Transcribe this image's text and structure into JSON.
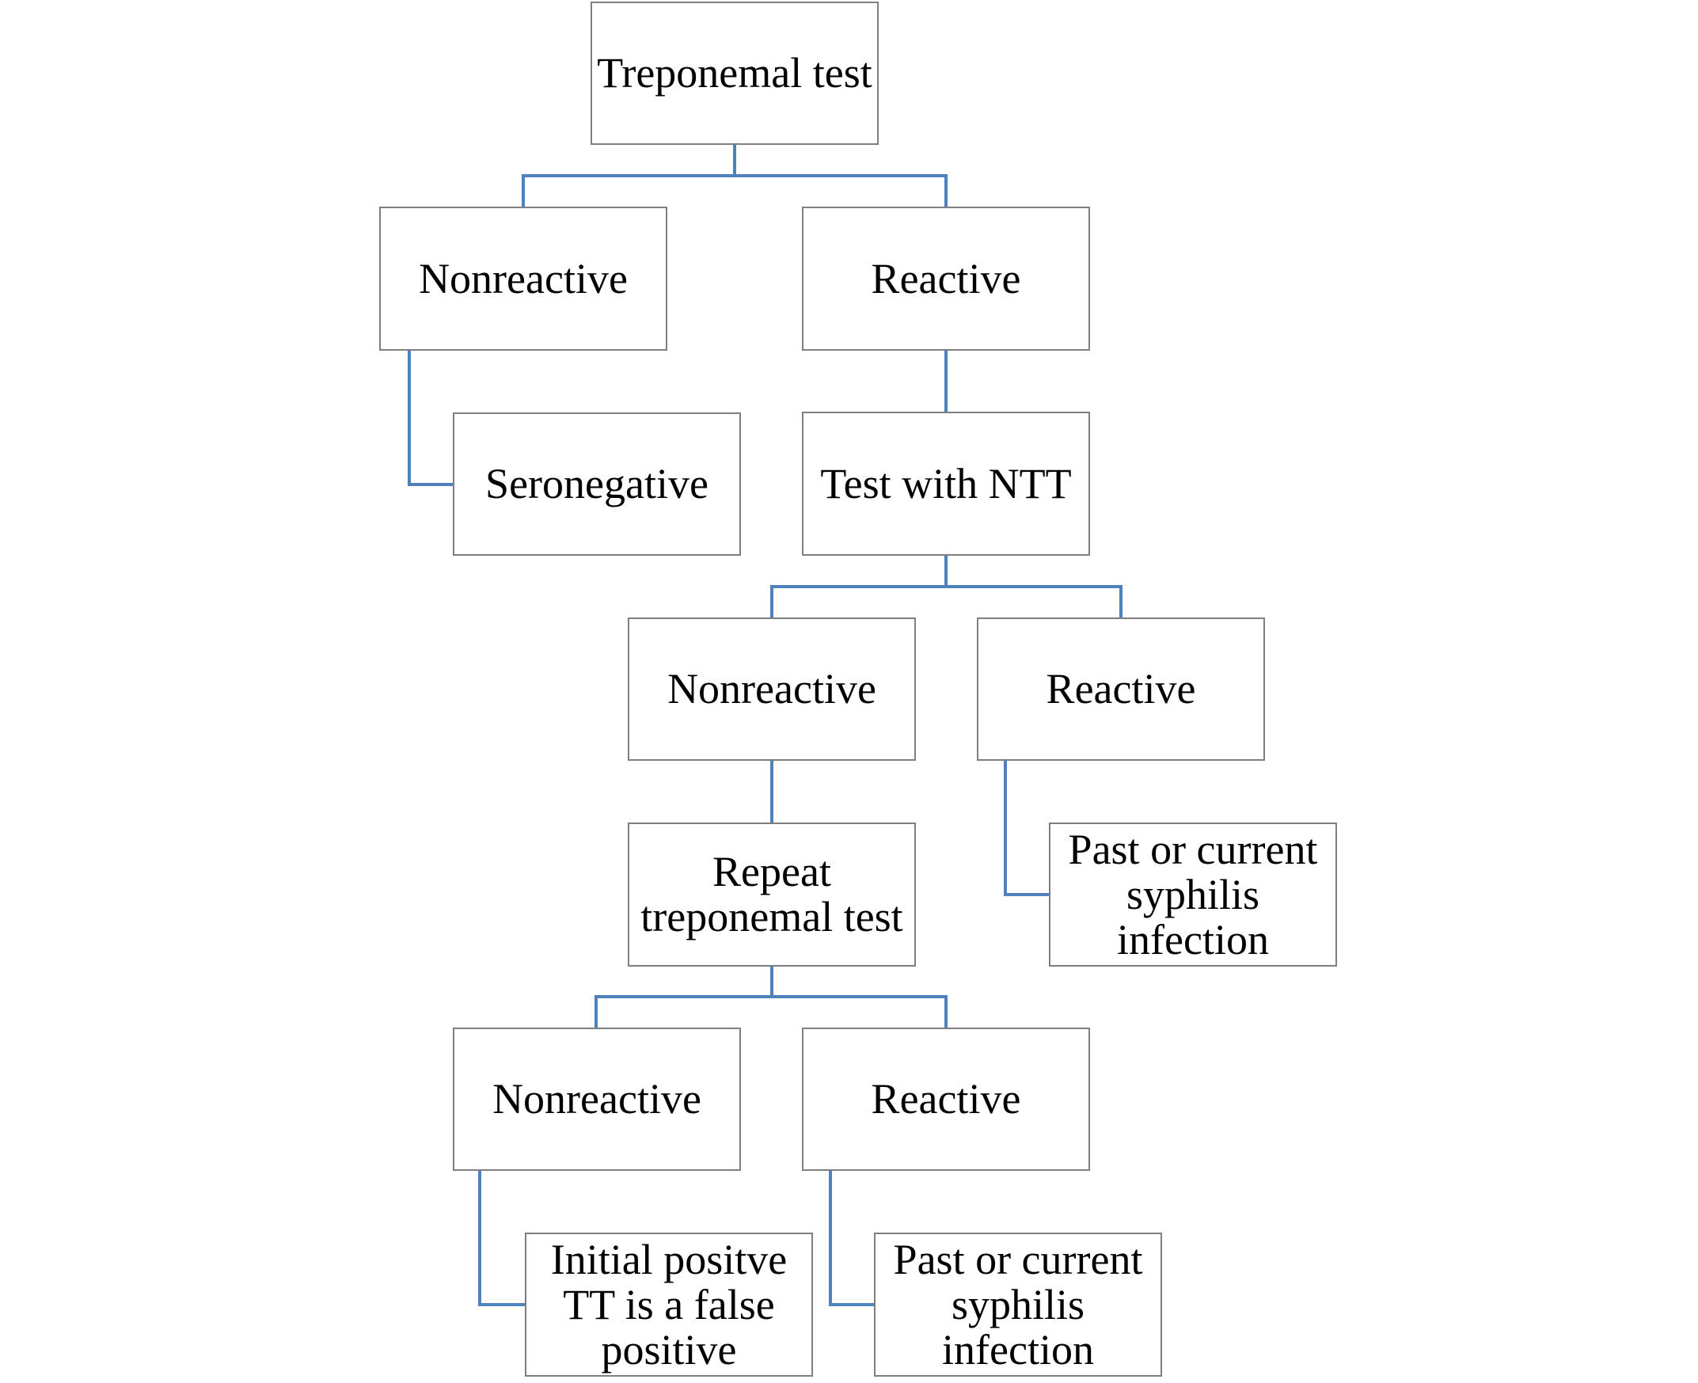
{
  "colors": {
    "connector": "#4f81bd",
    "box_border": "#7f7f7f",
    "text": "#000000",
    "background": "#ffffff"
  },
  "nodes": {
    "treponemal_test": "Treponemal test",
    "nonreactive_1": "Nonreactive",
    "reactive_1": "Reactive",
    "seronegative": "Seronegative",
    "test_with_ntt": "Test with NTT",
    "nonreactive_2": "Nonreactive",
    "reactive_2": "Reactive",
    "repeat_treponemal_test": "Repeat\ntreponemal test",
    "past_or_current_1": "Past or current\nsyphilis\ninfection",
    "nonreactive_3": "Nonreactive",
    "reactive_3": "Reactive",
    "false_positive": "Initial positve\nTT is a false\npositive",
    "past_or_current_2": "Past or current\nsyphilis\ninfection"
  }
}
